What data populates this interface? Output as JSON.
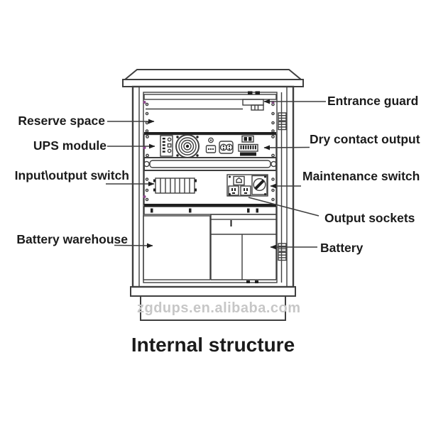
{
  "diagram": {
    "title": "Internal structure",
    "watermark": "zgdups.en.alibaba.com",
    "labels_left": [
      {
        "text": "Reserve space"
      },
      {
        "text": "UPS module"
      },
      {
        "text": "Input\\output switch"
      },
      {
        "text": "Battery warehouse"
      }
    ],
    "labels_right": [
      {
        "text": "Entrance guard"
      },
      {
        "text": "Dry contact output"
      },
      {
        "text": "Maintenance switch"
      },
      {
        "text": "Output sockets"
      },
      {
        "text": "Battery"
      }
    ],
    "colors": {
      "line": "#3f3f3f",
      "ink": "#1f1f1f",
      "text": "#1b1b1b",
      "accent_dot": "#8e4a8e",
      "watermark_gray": "#c7c7c7",
      "background": "#ffffff"
    }
  }
}
